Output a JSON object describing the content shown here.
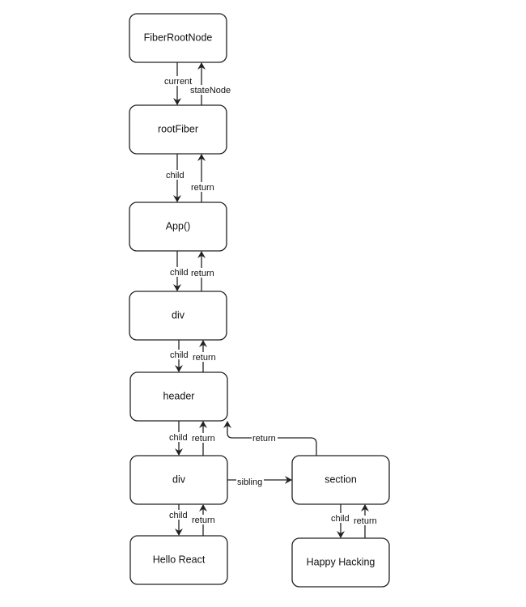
{
  "nodes": {
    "fiberRootNode": "FiberRootNode",
    "rootFiber": "rootFiber",
    "app": "App()",
    "div1": "div",
    "header": "header",
    "div2": "div",
    "section": "section",
    "helloReact": "Hello React",
    "happyHacking": "Happy Hacking"
  },
  "edges": {
    "current": "current",
    "stateNode": "stateNode",
    "child": "child",
    "return": "return",
    "sibling": "sibling"
  }
}
